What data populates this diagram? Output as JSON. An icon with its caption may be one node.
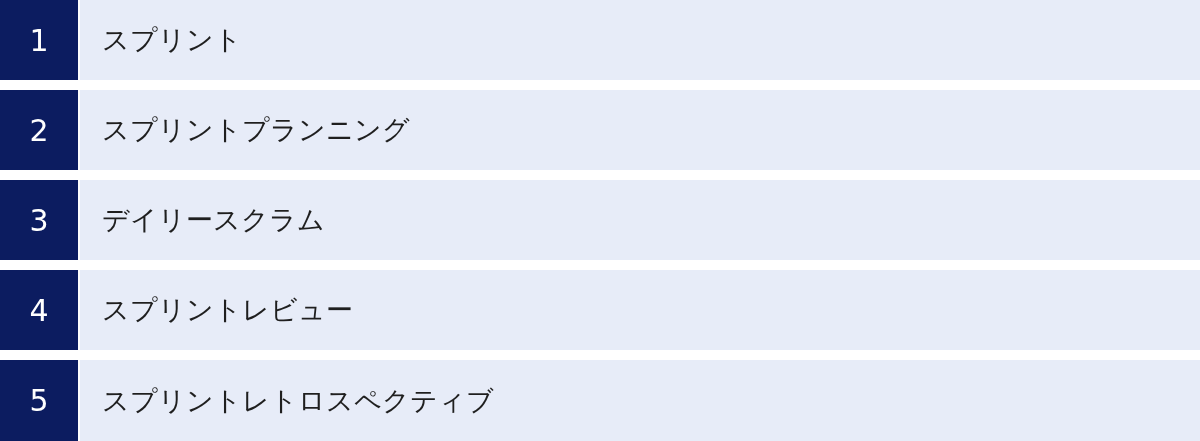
{
  "diagram": {
    "nodes": [
      {
        "text": [
          "1"
        ]
      },
      {
        "text": [
          "スプリント"
        ]
      },
      {
        "text": [
          "2"
        ]
      },
      {
        "text": [
          "スプリントプランニング"
        ]
      },
      {
        "text": [
          "3"
        ]
      },
      {
        "text": [
          "デイリースクラム"
        ]
      },
      {
        "text": [
          "4"
        ]
      },
      {
        "text": [
          "スプリントレビュー"
        ]
      },
      {
        "text": [
          "5"
        ]
      },
      {
        "text": [
          "スプリントレトロスペクティブ"
        ]
      }
    ]
  }
}
